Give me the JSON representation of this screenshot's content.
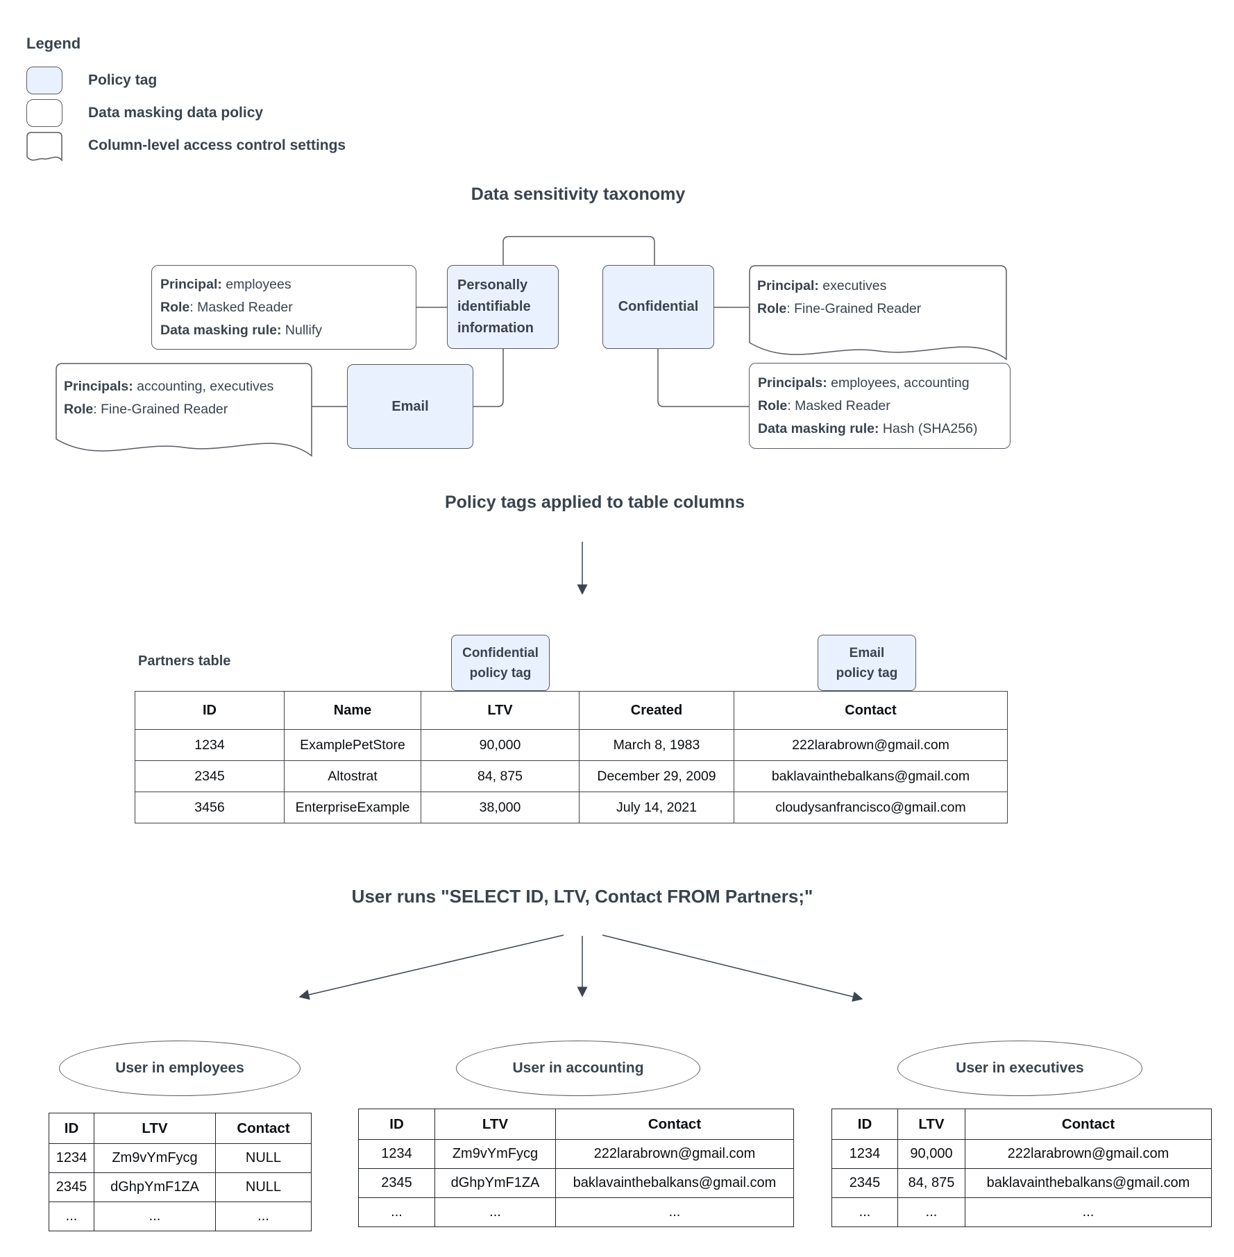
{
  "legend": {
    "title": "Legend",
    "items": [
      {
        "label": "Policy tag"
      },
      {
        "label": "Data masking data policy"
      },
      {
        "label": "Column-level access control settings"
      }
    ]
  },
  "taxonomy": {
    "title": "Data sensitivity taxonomy",
    "pii_tag": "Personally\nidentifiable\ninformation",
    "confidential_tag": "Confidential",
    "email_tag": "Email",
    "notes": {
      "employees": {
        "lines": [
          {
            "label": "Principal:",
            "text": " employees"
          },
          {
            "label": "Role",
            "text": ": Masked Reader"
          },
          {
            "label": "Data masking rule:",
            "text": " Nullify"
          }
        ]
      },
      "executives": {
        "lines": [
          {
            "label": "Principal:",
            "text": " executives"
          },
          {
            "label": "Role",
            "text": ": Fine-Grained Reader"
          }
        ]
      },
      "accounting_executives": {
        "lines": [
          {
            "label": "Principals:",
            "text": " accounting, executives"
          },
          {
            "label": "Role",
            "text": ": Fine-Grained Reader"
          }
        ]
      },
      "employees_accounting": {
        "lines": [
          {
            "label": "Principals:",
            "text": " employees, accounting"
          },
          {
            "label": "Role",
            "text": ": Masked Reader"
          },
          {
            "label": "Data masking rule:",
            "text": " Hash (SHA256)"
          }
        ]
      }
    }
  },
  "policy_section": {
    "title": "Policy tags applied to table columns",
    "table_label": "Partners table",
    "confidential_tag": "Confidential\npolicy tag",
    "email_tag": "Email\npolicy tag",
    "headers": [
      "ID",
      "Name",
      "LTV",
      "Created",
      "Contact"
    ],
    "rows": [
      [
        "1234",
        "ExamplePetStore",
        "90,000",
        "March 8, 1983",
        "222larabrown@gmail.com"
      ],
      [
        "2345",
        "Altostrat",
        "84, 875",
        "December 29, 2009",
        "baklavainthebalkans@gmail.com"
      ],
      [
        "3456",
        "EnterpriseExample",
        "38,000",
        "July 14, 2021",
        "cloudysanfrancisco@gmail.com"
      ]
    ]
  },
  "query_section": {
    "title": "User runs \"SELECT ID, LTV, Contact FROM Partners;\"",
    "results": [
      {
        "group": "User in employees",
        "headers": [
          "ID",
          "LTV",
          "Contact"
        ],
        "rows": [
          [
            "1234",
            "Zm9vYmFycg",
            "NULL"
          ],
          [
            "2345",
            "dGhpYmF1ZA",
            "NULL"
          ],
          [
            "...",
            "...",
            "..."
          ]
        ]
      },
      {
        "group": "User in accounting",
        "headers": [
          "ID",
          "LTV",
          "Contact"
        ],
        "rows": [
          [
            "1234",
            "Zm9vYmFycg",
            "222larabrown@gmail.com"
          ],
          [
            "2345",
            "dGhpYmF1ZA",
            "baklavainthebalkans@gmail.com"
          ],
          [
            "...",
            "...",
            "..."
          ]
        ]
      },
      {
        "group": "User in executives",
        "headers": [
          "ID",
          "LTV",
          "Contact"
        ],
        "rows": [
          [
            "1234",
            "90,000",
            "222larabrown@gmail.com"
          ],
          [
            "2345",
            "84, 875",
            "baklavainthebalkans@gmail.com"
          ],
          [
            "...",
            "...",
            "..."
          ]
        ]
      }
    ]
  },
  "colors": {
    "policy_tag_fill": "#e9f1fe",
    "shape_border": "#565b61",
    "heading_text": "#39434e",
    "table_text": "#0b0e11"
  }
}
